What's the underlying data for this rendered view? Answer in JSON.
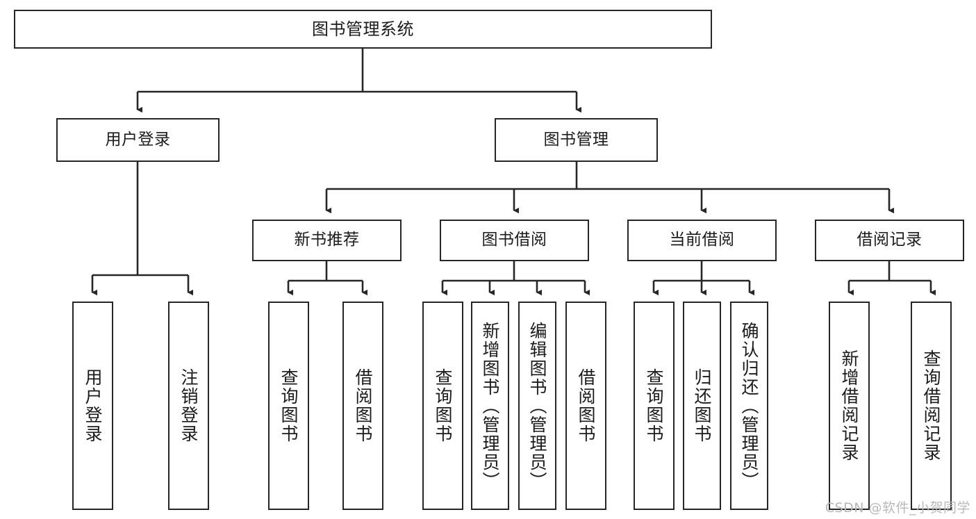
{
  "diagram": {
    "title": "图书管理系统",
    "watermark": "CSDN @软件_小贺同学",
    "colors": {
      "stroke": "#262626",
      "fill": "#ffffff",
      "text": "#1b1b1b",
      "watermark": "#b9b9b9"
    },
    "levels": {
      "root": {
        "label": "图书管理系统"
      },
      "level2": [
        {
          "label": "用户登录"
        },
        {
          "label": "图书管理"
        }
      ],
      "level3": [
        {
          "label": "新书推荐"
        },
        {
          "label": "图书借阅"
        },
        {
          "label": "当前借阅"
        },
        {
          "label": "借阅记录"
        }
      ],
      "leaves": [
        {
          "label": "用户登录"
        },
        {
          "label": "注销登录"
        },
        {
          "label": "查询图书"
        },
        {
          "label": "借阅图书"
        },
        {
          "label": "查询图书"
        },
        {
          "label": "新增图书（管理员）"
        },
        {
          "label": "编辑图书（管理员）"
        },
        {
          "label": "借阅图书"
        },
        {
          "label": "查询图书"
        },
        {
          "label": "归还图书"
        },
        {
          "label": "确认归还（管理员）"
        },
        {
          "label": "新增借阅记录"
        },
        {
          "label": "查询借阅记录"
        }
      ]
    },
    "hierarchy": {
      "图书管理系统": [
        "用户登录",
        "图书管理"
      ],
      "用户登录": [
        "用户登录",
        "注销登录"
      ],
      "图书管理": [
        "新书推荐",
        "图书借阅",
        "当前借阅",
        "借阅记录"
      ],
      "新书推荐": [
        "查询图书",
        "借阅图书"
      ],
      "图书借阅": [
        "查询图书",
        "新增图书（管理员）",
        "编辑图书（管理员）",
        "借阅图书"
      ],
      "当前借阅": [
        "查询图书",
        "归还图书",
        "确认归还（管理员）"
      ],
      "借阅记录": [
        "新增借阅记录",
        "查询借阅记录"
      ]
    }
  }
}
